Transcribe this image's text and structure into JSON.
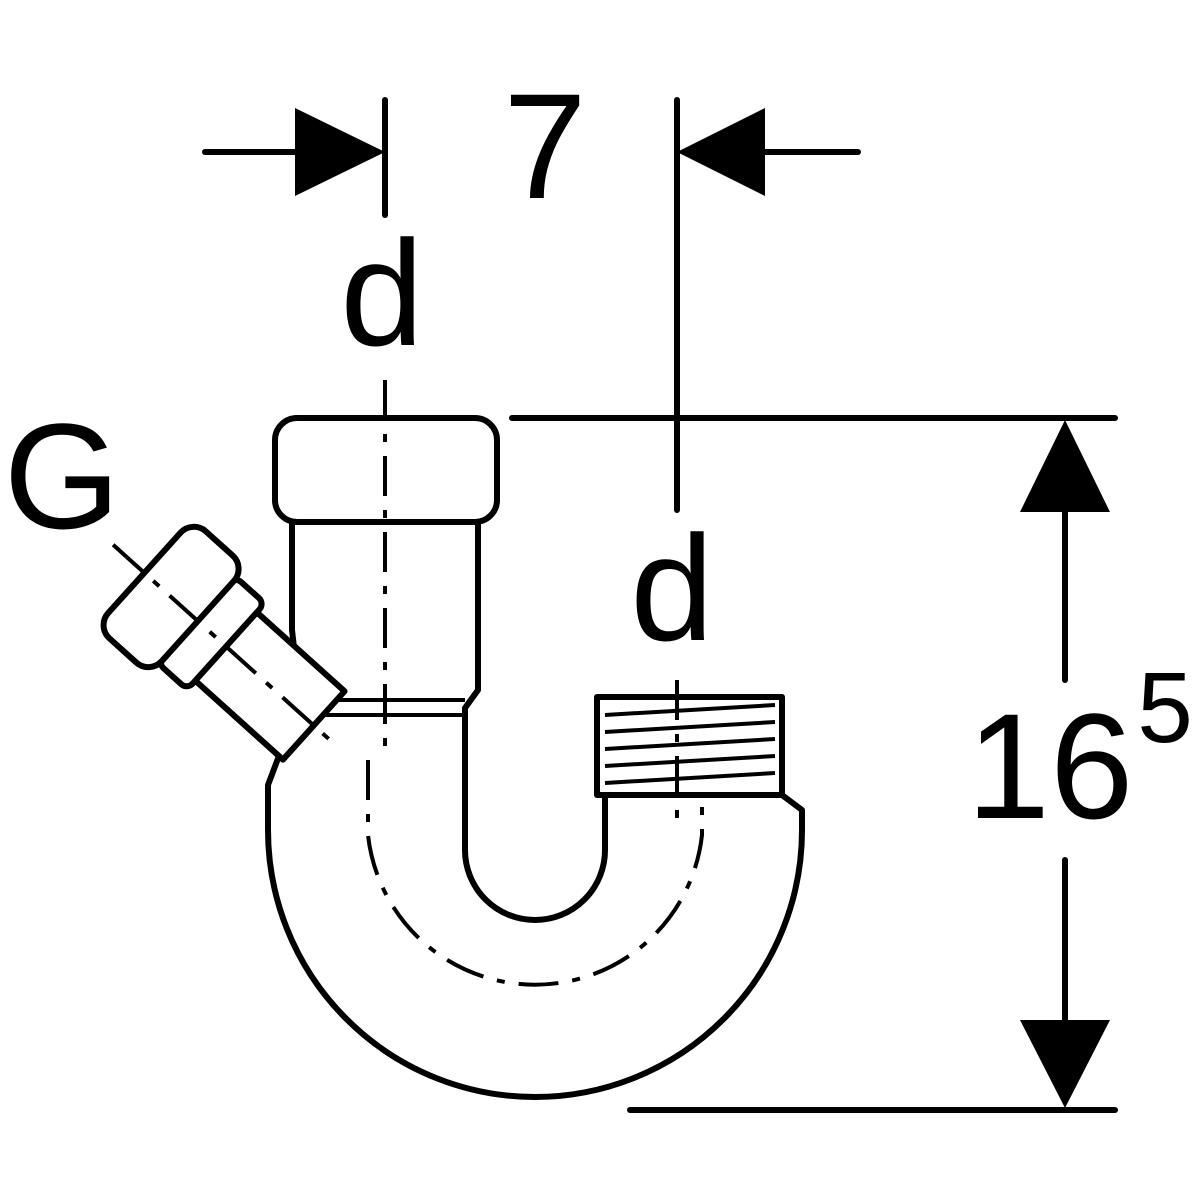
{
  "labels": {
    "offset_dimension": "7",
    "inlet_diameter": "d",
    "outlet_diameter": "d",
    "branch_thread": "G",
    "height_main": "16",
    "height_superscript": "5"
  },
  "colors": {
    "line": "#000000",
    "background": "#ffffff"
  }
}
